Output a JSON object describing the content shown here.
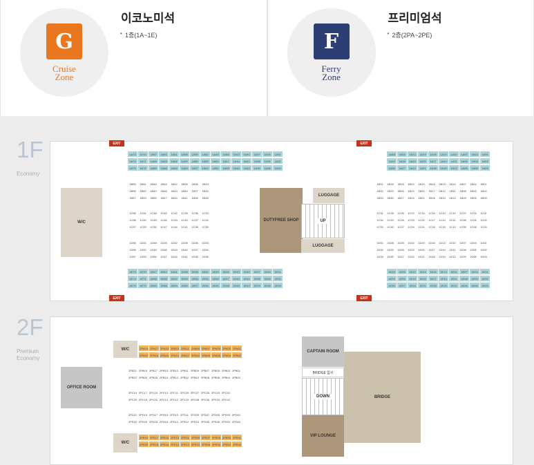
{
  "zones": [
    {
      "title": "이코노미석",
      "sub": "1층(1A~1E)",
      "badge_glyph": "G",
      "badge_color": "#e8771f",
      "name_line1": "Cruise",
      "name_line2": "Zone",
      "name_color": "#e8771f"
    },
    {
      "title": "프리미엄석",
      "sub": "2층(2PA~2PE)",
      "badge_glyph": "F",
      "badge_color": "#2c3e73",
      "name_line1": "Ferry",
      "name_line2": "Zone",
      "name_color": "#2c3e73"
    }
  ],
  "floor1": {
    "label": "1F",
    "sub": "Economy"
  },
  "floor2": {
    "label": "2F",
    "sub_line1": "Premium",
    "sub_line2": "Economy"
  },
  "exit_label": "EXIT",
  "rooms1": {
    "wc": "W/C",
    "dutyfree": "DUTYFREE SHOP",
    "luggage_top": "LUGGAGE",
    "up": "UP",
    "luggage_bottom": "LUGGAGE"
  },
  "rooms2": {
    "wc_top": "W/C",
    "wc_bottom": "W/C",
    "office": "OFFICE ROOM",
    "captain": "CAPTAIN ROOM",
    "bridge_entrance": "BRIDGE 입구",
    "down": "DOWN",
    "vip": "VIP LOUNGE",
    "bridge": "BRIDGE"
  },
  "seats1": {
    "A_left": [
      [
        "1A73",
        "1A70",
        "1A67",
        "1A64",
        "1A61",
        "1A58",
        "1A55",
        "1A52",
        "1A49",
        "1A46",
        "1A43",
        "1A40",
        "1A37",
        "1A34",
        "1A31"
      ],
      [
        "1A74",
        "1A71",
        "1A68",
        "1A65",
        "1A62",
        "1A59",
        "1A56",
        "1A53",
        "1A50",
        "1A47",
        "1A44",
        "1A41",
        "1A38",
        "1A35",
        "1A32"
      ],
      [
        "1A75",
        "1A72",
        "1A69",
        "1A66",
        "1A63",
        "1A60",
        "1A57",
        "1A54",
        "1A51",
        "1A48",
        "1A45",
        "1A42",
        "1A39",
        "1A36",
        "1A33"
      ]
    ],
    "A_right": [
      [
        "1A28",
        "1A25",
        "1A22",
        "1A19",
        "1A16",
        "1A13",
        "1A10",
        "1A07",
        "1A04",
        "1A01"
      ],
      [
        "1A29",
        "1A26",
        "1A23",
        "1A20",
        "1A17",
        "1A14",
        "1A11",
        "1A08",
        "1A05",
        "1A02"
      ],
      [
        "1A30",
        "1A27",
        "1A24",
        "1A21",
        "1A18",
        "1A15",
        "1A12",
        "1A09",
        "1A06",
        "1A03"
      ]
    ],
    "B_left": [
      [
        "1B55",
        "1B51",
        "1B48",
        "1B45",
        "1B42",
        "1B39",
        "1B36",
        "1B33"
      ],
      [
        "1B56",
        "1B52",
        "1B49",
        "1B46",
        "1B43",
        "1B40",
        "1B37",
        "1B34"
      ],
      [
        "1B57",
        "1B53",
        "1B50",
        "1B47",
        "1B44",
        "1B41",
        "1B38",
        "1B35"
      ]
    ],
    "B_right": [
      [
        "1B31",
        "1B28",
        "1B25",
        "1B22",
        "1B19",
        "1B16",
        "1B13",
        "1B10",
        "1B07",
        "1B04",
        "1B01"
      ],
      [
        "1B32",
        "1B29",
        "1B26",
        "1B23",
        "1B20",
        "1B17",
        "1B14",
        "1B11",
        "1B08",
        "1B05",
        "1B02"
      ],
      [
        "1B33",
        "1B30",
        "1B27",
        "1B24",
        "1B21",
        "1B18",
        "1B15",
        "1B12",
        "1B09",
        "1B06",
        "1B03"
      ]
    ],
    "C_left": [
      [
        "1C55",
        "1C51",
        "1C48",
        "1C45",
        "1C42",
        "1C39",
        "1C36",
        "1C33"
      ],
      [
        "1C56",
        "1C52",
        "1C49",
        "1C46",
        "1C43",
        "1C40",
        "1C37",
        "1C34"
      ],
      [
        "1C57",
        "1C53",
        "1C50",
        "1C47",
        "1C44",
        "1C41",
        "1C38",
        "1C35"
      ]
    ],
    "C_right": [
      [
        "1C31",
        "1C28",
        "1C25",
        "1C22",
        "1C19",
        "1C16",
        "1C13",
        "1C10",
        "1C07",
        "1C04",
        "1C01"
      ],
      [
        "1C32",
        "1C29",
        "1C26",
        "1C23",
        "1C20",
        "1C17",
        "1C14",
        "1C11",
        "1C08",
        "1C05",
        "1C02"
      ],
      [
        "1C33",
        "1C30",
        "1C27",
        "1C24",
        "1C21",
        "1C18",
        "1C15",
        "1C12",
        "1C09",
        "1C06",
        "1C03"
      ]
    ],
    "D_left": [
      [
        "1D55",
        "1D51",
        "1D48",
        "1D45",
        "1D42",
        "1D39",
        "1D36",
        "1D33"
      ],
      [
        "1D56",
        "1D52",
        "1D49",
        "1D46",
        "1D43",
        "1D40",
        "1D37",
        "1D34"
      ],
      [
        "1D57",
        "1D53",
        "1D50",
        "1D47",
        "1D44",
        "1D41",
        "1D38",
        "1D35"
      ]
    ],
    "D_right": [
      [
        "1D31",
        "1D28",
        "1D25",
        "1D22",
        "1D19",
        "1D16",
        "1D13",
        "1D10",
        "1D07",
        "1D04",
        "1D01"
      ],
      [
        "1D32",
        "1D29",
        "1D26",
        "1D23",
        "1D20",
        "1D17",
        "1D14",
        "1D11",
        "1D08",
        "1D05",
        "1D02"
      ],
      [
        "1D33",
        "1D30",
        "1D27",
        "1D24",
        "1D21",
        "1D18",
        "1D15",
        "1D12",
        "1D09",
        "1D06",
        "1D03"
      ]
    ],
    "E_left": [
      [
        "1E73",
        "1E70",
        "1E67",
        "1E64",
        "1E61",
        "1E58",
        "1E55",
        "1E52",
        "1E49",
        "1E46",
        "1E43",
        "1E40",
        "1E37",
        "1E34",
        "1E31"
      ],
      [
        "1E74",
        "1E71",
        "1E68",
        "1E65",
        "1E62",
        "1E59",
        "1E56",
        "1E53",
        "1E50",
        "1E47",
        "1E44",
        "1E41",
        "1E38",
        "1E35",
        "1E32"
      ],
      [
        "1E75",
        "1E72",
        "1E69",
        "1E66",
        "1E63",
        "1E60",
        "1E57",
        "1E54",
        "1E51",
        "1E48",
        "1E45",
        "1E42",
        "1E39",
        "1E36",
        "1E33"
      ]
    ],
    "E_right": [
      [
        "1E28",
        "1E25",
        "1E22",
        "1E19",
        "1E16",
        "1E13",
        "1E10",
        "1E07",
        "1E04",
        "1E01"
      ],
      [
        "1E29",
        "1E26",
        "1E23",
        "1E20",
        "1E17",
        "1E14",
        "1E11",
        "1E08",
        "1E05",
        "1E02"
      ],
      [
        "1E30",
        "1E27",
        "1E24",
        "1E21",
        "1E18",
        "1E15",
        "1E12",
        "1E09",
        "1E06",
        "1E03"
      ]
    ]
  },
  "seats2": {
    "PA": [
      [
        "2PA19",
        "2PA17",
        "2PA15",
        "2PA13",
        "2PA11",
        "2PA09",
        "2PA07",
        "2PA05",
        "2PA03",
        "2PA01"
      ],
      [
        "2PA20",
        "2PA18",
        "2PA16",
        "2PA14",
        "2PA12",
        "2PA10",
        "2PA08",
        "2PA06",
        "2PA04",
        "2PA02"
      ]
    ],
    "PB": [
      [
        "2PB21",
        "2PB19",
        "2PB17",
        "2PB15",
        "2PB13",
        "2PB11",
        "2PB09",
        "2PB07",
        "2PB05",
        "2PB03",
        "2PB01"
      ],
      [
        "2PB22",
        "2PB20",
        "2PB18",
        "2PB16",
        "2PB14",
        "2PB12",
        "2PB10",
        "2PB08",
        "2PB06",
        "2PB04",
        "2PB02"
      ]
    ],
    "PC": [
      [
        "2PC19",
        "2PC17",
        "2PC15",
        "2PC13",
        "2PC11",
        "2PC09",
        "2PC07",
        "2PC05",
        "2PC03",
        "2PC01"
      ],
      [
        "2PC20",
        "2PC18",
        "2PC16",
        "2PC14",
        "2PC12",
        "2PC10",
        "2PC08",
        "2PC06",
        "2PC04",
        "2PC02"
      ]
    ],
    "PD": [
      [
        "2PD21",
        "2PD19",
        "2PD17",
        "2PD15",
        "2PD13",
        "2PD11",
        "2PD09",
        "2PD07",
        "2PD05",
        "2PD03",
        "2PD01"
      ],
      [
        "2PD22",
        "2PD20",
        "2PD18",
        "2PD16",
        "2PD14",
        "2PD12",
        "2PD10",
        "2PD08",
        "2PD06",
        "2PD04",
        "2PD02"
      ]
    ],
    "PE": [
      [
        "2PE19",
        "2PE17",
        "2PE15",
        "2PE13",
        "2PE11",
        "2PE09",
        "2PE07",
        "2PE05",
        "2PE03",
        "2PE01"
      ],
      [
        "2PE20",
        "2PE18",
        "2PE16",
        "2PE14",
        "2PE12",
        "2PE10",
        "2PE08",
        "2PE06",
        "2PE04",
        "2PE02"
      ]
    ]
  },
  "colors": {
    "economy_seat": "#a9d4d9",
    "premium_seat": "#f0b25a",
    "exit": "#c8321d",
    "dutyfree": "#ad977a",
    "room_light": "#ddd6c8",
    "room_gray": "#c6c6c6",
    "bridge": "#cbc1ac"
  }
}
